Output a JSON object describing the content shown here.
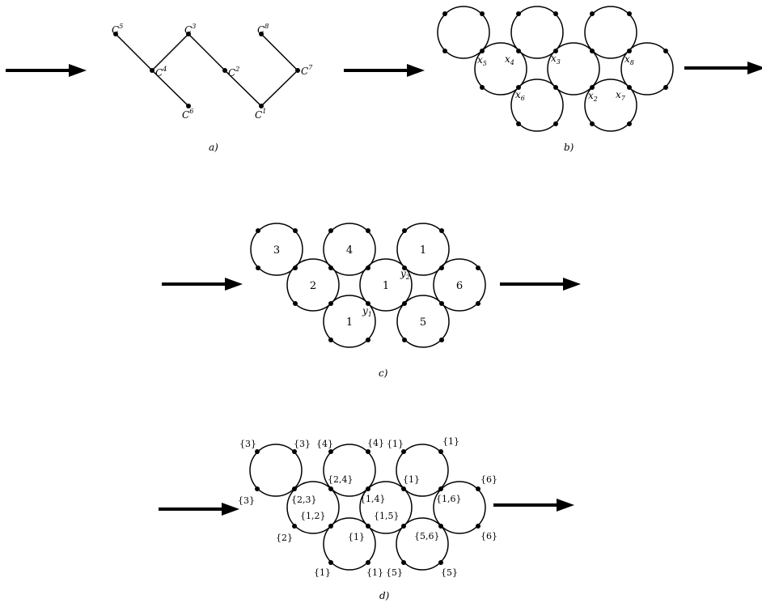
{
  "panel_a": {
    "caption": "a)",
    "nodes": {
      "c1": {
        "base": "C",
        "sup": "1"
      },
      "c2": {
        "base": "C",
        "sup": "2"
      },
      "c3": {
        "base": "C",
        "sup": "3"
      },
      "c4": {
        "base": "C",
        "sup": "4"
      },
      "c5": {
        "base": "C",
        "sup": "5"
      },
      "c6": {
        "base": "C",
        "sup": "6"
      },
      "c7": {
        "base": "C",
        "sup": "7"
      },
      "c8": {
        "base": "C",
        "sup": "8"
      }
    }
  },
  "panel_b": {
    "caption": "b)",
    "labels": {
      "x5": {
        "base": "x",
        "sub": "5"
      },
      "x4": {
        "base": "x",
        "sub": "4"
      },
      "x3": {
        "base": "x",
        "sub": "3"
      },
      "x8": {
        "base": "x",
        "sub": "8"
      },
      "x6": {
        "base": "x",
        "sub": "6"
      },
      "x2": {
        "base": "x",
        "sub": "2"
      },
      "x7": {
        "base": "x",
        "sub": "7"
      }
    }
  },
  "panel_c": {
    "caption": "c)",
    "circle_values": {
      "top_left": "3",
      "top_mid": "4",
      "top_right": "1",
      "mid_left": "2",
      "mid_center": "1",
      "mid_right": "6",
      "bot_left": "1",
      "bot_right": "5"
    },
    "labels": {
      "y1": {
        "base": "y",
        "sub": "1"
      },
      "y2": {
        "base": "y",
        "sub": "2"
      }
    }
  },
  "panel_d": {
    "caption": "d)",
    "sets": {
      "tl_left": "{3}",
      "tl_right": "{3}",
      "tm_left": "{4}",
      "tm_right": "{4}",
      "tr_left": "{1}",
      "tr_right": "{1}",
      "left_outer": "{3}",
      "left_inner_top": "{2,3}",
      "left_inner_bot": "{1,2}",
      "left_bottom": "{2}",
      "tm_inner": "{2,4}",
      "center_top": "{1,4}",
      "center_bot": "{1,5}",
      "tr_inner": "{1}",
      "right_outer_top": "{6}",
      "right_inner": "{1,6}",
      "right_outer_bot": "{6}",
      "bl_inner": "{1}",
      "bl_bot_left": "{1}",
      "bl_bot_right": "{1}",
      "br_inner": "{5,6}",
      "br_bot_left": "{5}",
      "br_bot_right": "{5}"
    }
  }
}
